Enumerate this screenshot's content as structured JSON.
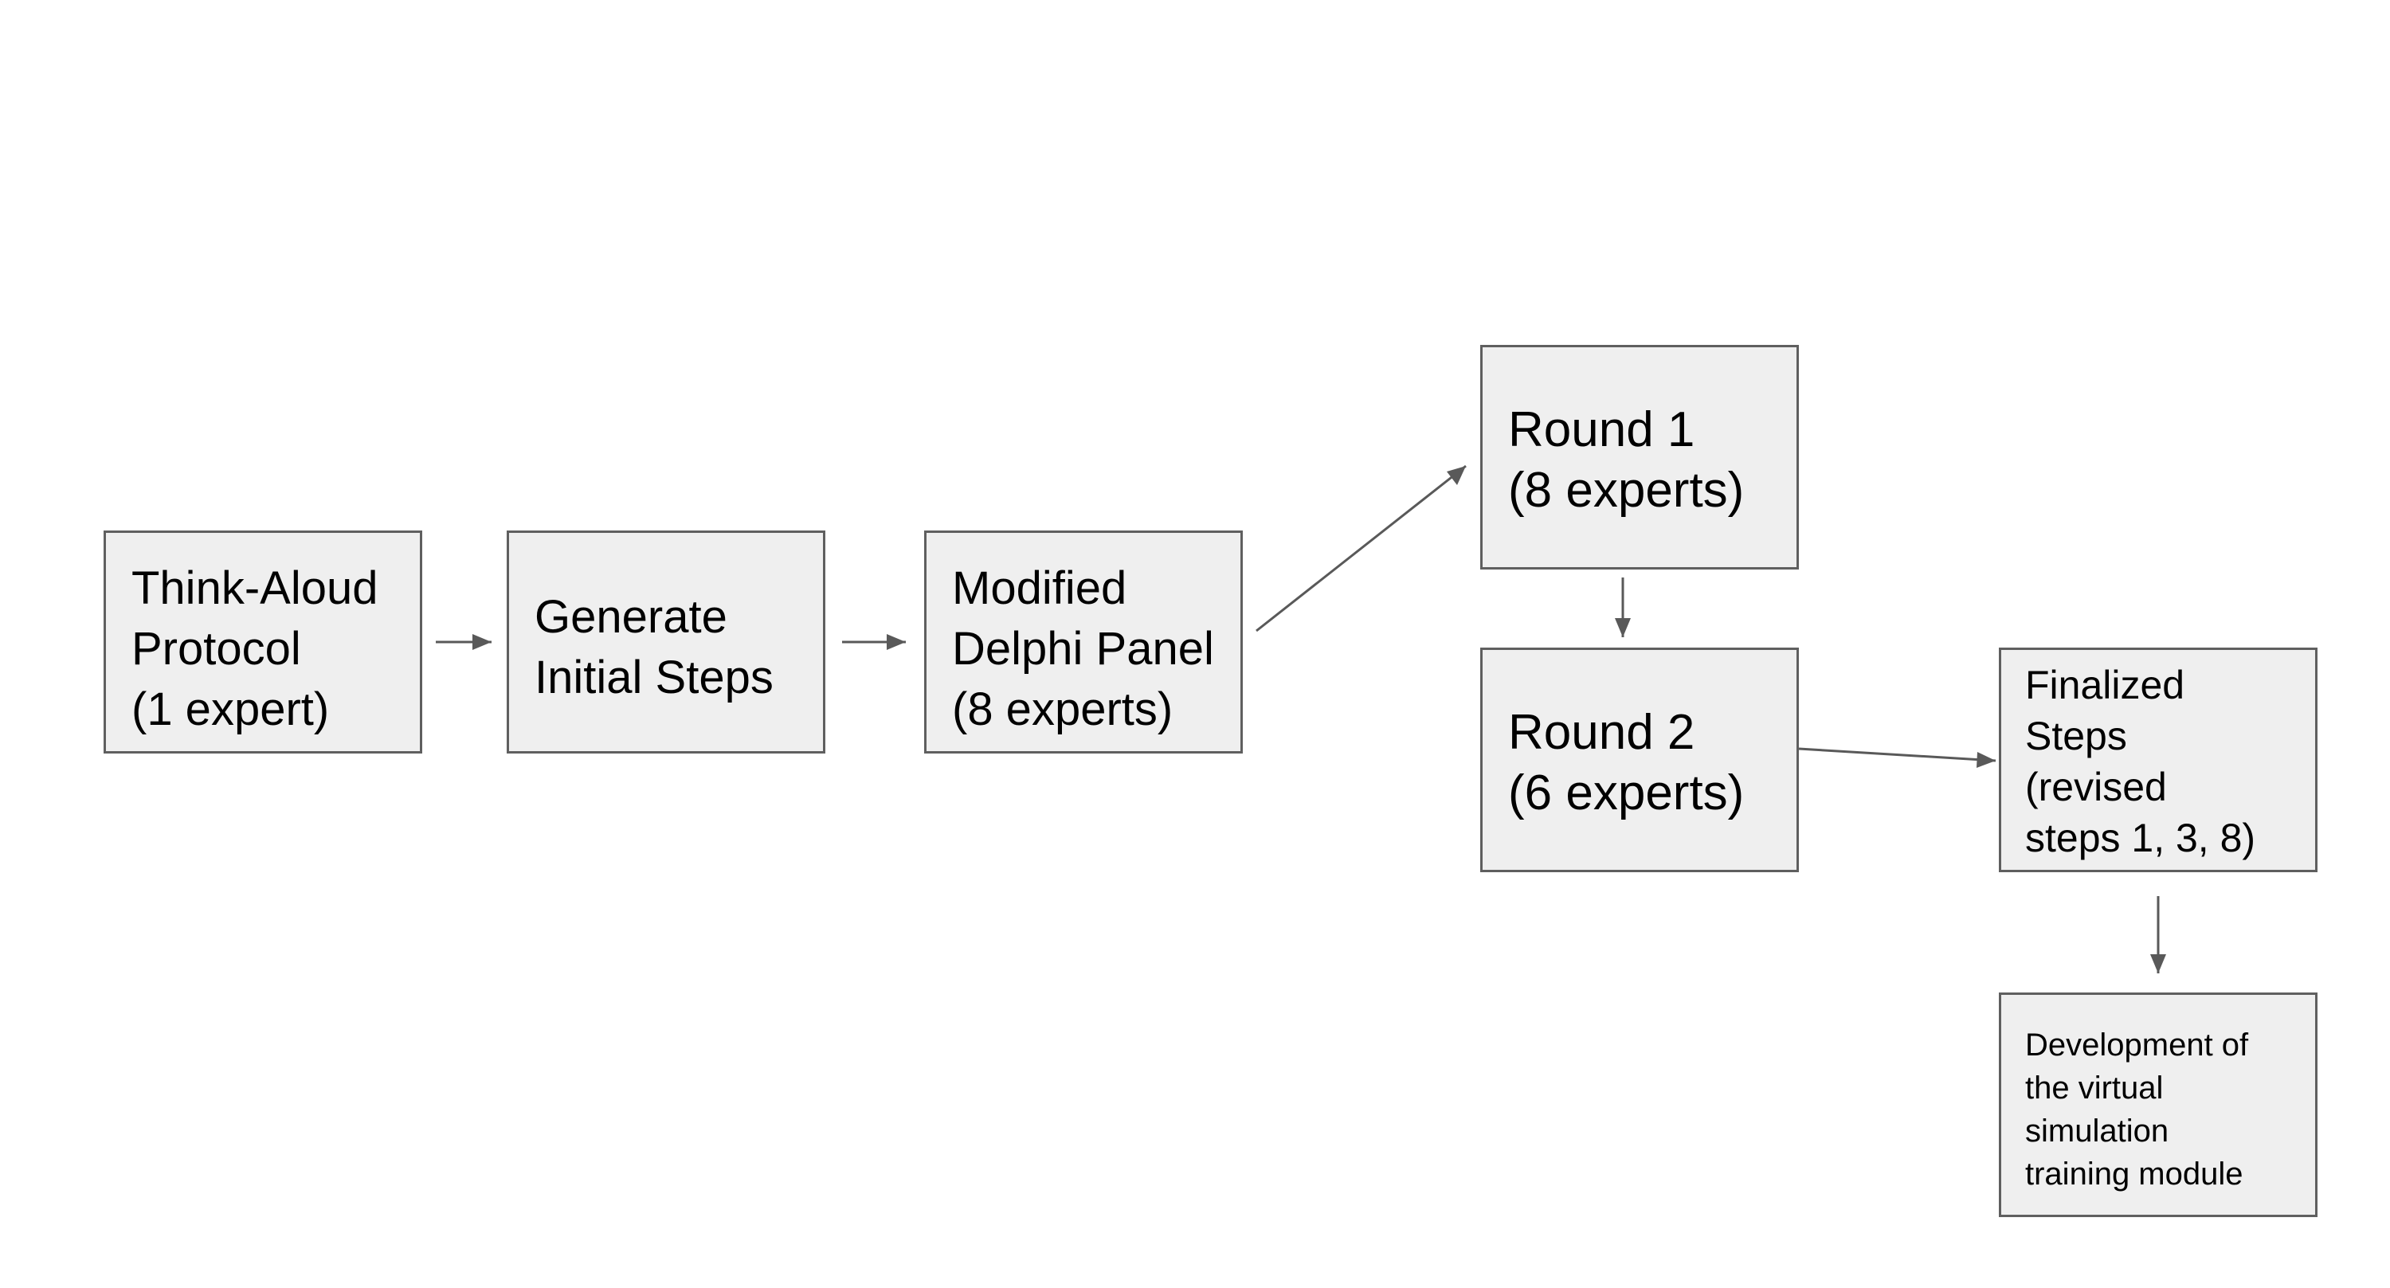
{
  "diagram": {
    "nodes": {
      "think_aloud": {
        "lines": [
          "Think-Aloud",
          "Protocol",
          "(1 expert)"
        ]
      },
      "generate": {
        "lines": [
          "Generate",
          "Initial Steps"
        ]
      },
      "delphi": {
        "lines": [
          "Modified",
          "Delphi Panel",
          "(8 experts)"
        ]
      },
      "round1": {
        "lines": [
          "Round 1",
          "(8 experts)"
        ]
      },
      "round2": {
        "lines": [
          "Round 2",
          "(6 experts)"
        ]
      },
      "finalized": {
        "lines": [
          "Finalized",
          "Steps",
          "(revised",
          "steps 1, 3, 8)"
        ]
      },
      "development": {
        "lines": [
          "Development of",
          "the virtual",
          "simulation",
          "training module"
        ]
      }
    },
    "edges": [
      {
        "from": "think_aloud",
        "to": "generate"
      },
      {
        "from": "generate",
        "to": "delphi"
      },
      {
        "from": "delphi",
        "to": "round1"
      },
      {
        "from": "round1",
        "to": "round2"
      },
      {
        "from": "round2",
        "to": "finalized"
      },
      {
        "from": "finalized",
        "to": "development"
      }
    ],
    "colors": {
      "box_fill": "#efefef",
      "box_border": "#5f5f5f",
      "arrow": "#595959",
      "text": "#000000"
    }
  }
}
